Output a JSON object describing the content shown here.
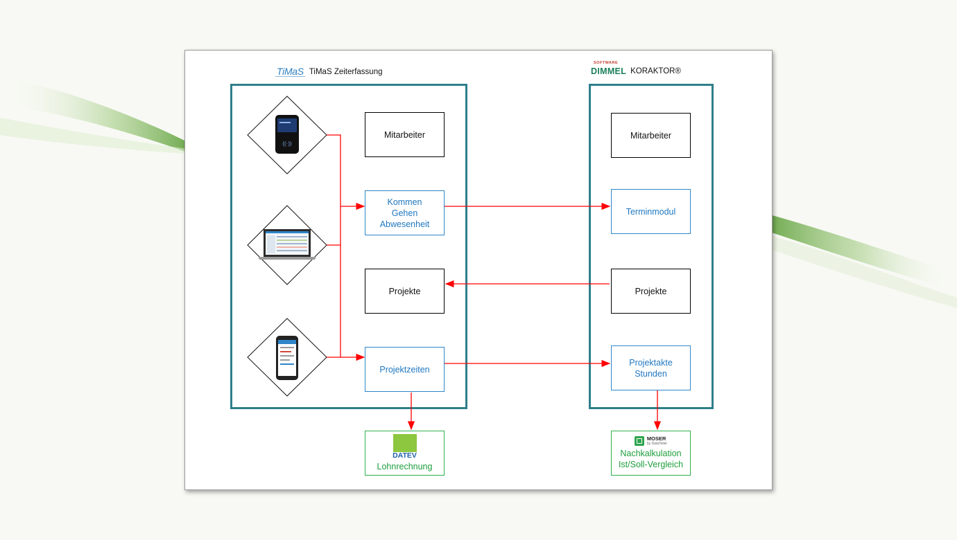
{
  "colors": {
    "region_border": "#2e7f8a",
    "connector": "#ff0000",
    "blue_text": "#1f77c0",
    "green_text": "#1e9e3c",
    "background": "#f8f9f4"
  },
  "left_system": {
    "logo_text": "TiMaS",
    "title": "TiMaS Zeiterfassung",
    "devices": [
      {
        "icon": "terminal-device-icon"
      },
      {
        "icon": "laptop-icon"
      },
      {
        "icon": "smartphone-icon"
      }
    ],
    "boxes": {
      "mitarbeiter": [
        "Mitarbeiter"
      ],
      "kommen_gehen": [
        "Kommen",
        "Gehen",
        "Abwesenheit"
      ],
      "projekte": [
        "Projekte"
      ],
      "projektzeiten": [
        "Projektzeiten"
      ]
    }
  },
  "right_system": {
    "logo_text": "DIMMEL",
    "logo_small_text": "SOFTWARE",
    "title": "KORAKTOR®",
    "boxes": {
      "mitarbeiter": [
        "Mitarbeiter"
      ],
      "terminmodul": [
        "Terminmodul"
      ],
      "projekte": [
        "Projekte"
      ],
      "projektakte": [
        "Projektakte",
        "Stunden"
      ]
    }
  },
  "outputs": {
    "datev": {
      "logo_text": "DATEV",
      "label": "Lohnrechnung"
    },
    "moser": {
      "logo_text": "MOSER",
      "logo_sub": "by DataTeiler",
      "lines": [
        "Nachkalkulation",
        "Ist/Soll-Vergleich"
      ]
    }
  }
}
